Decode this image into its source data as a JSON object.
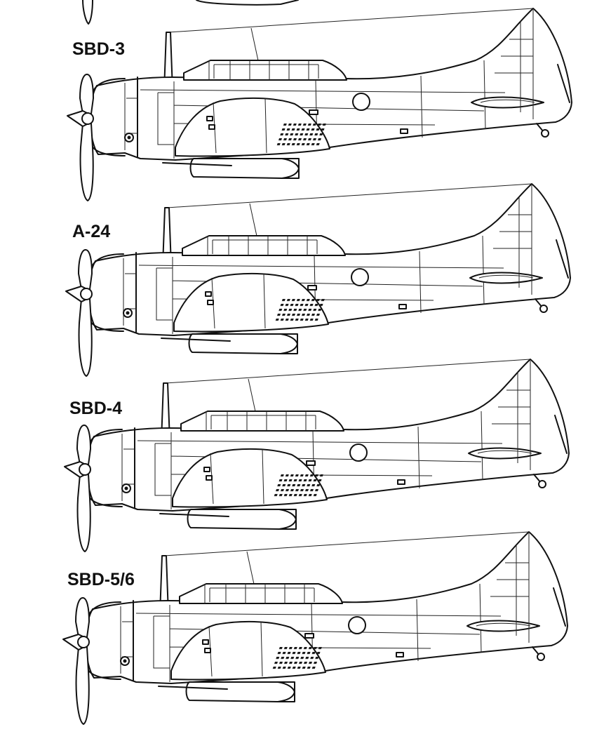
{
  "diagram": {
    "variants": [
      {
        "label": "SBD-3",
        "label_color": "#111111"
      },
      {
        "label": "A-24",
        "label_color": "#111111"
      },
      {
        "label": "SBD-4",
        "label_color": "#111111"
      },
      {
        "label": "SBD-5/6",
        "label_color": "#111111"
      }
    ],
    "line_color": "#111111",
    "background": "#ffffff"
  }
}
